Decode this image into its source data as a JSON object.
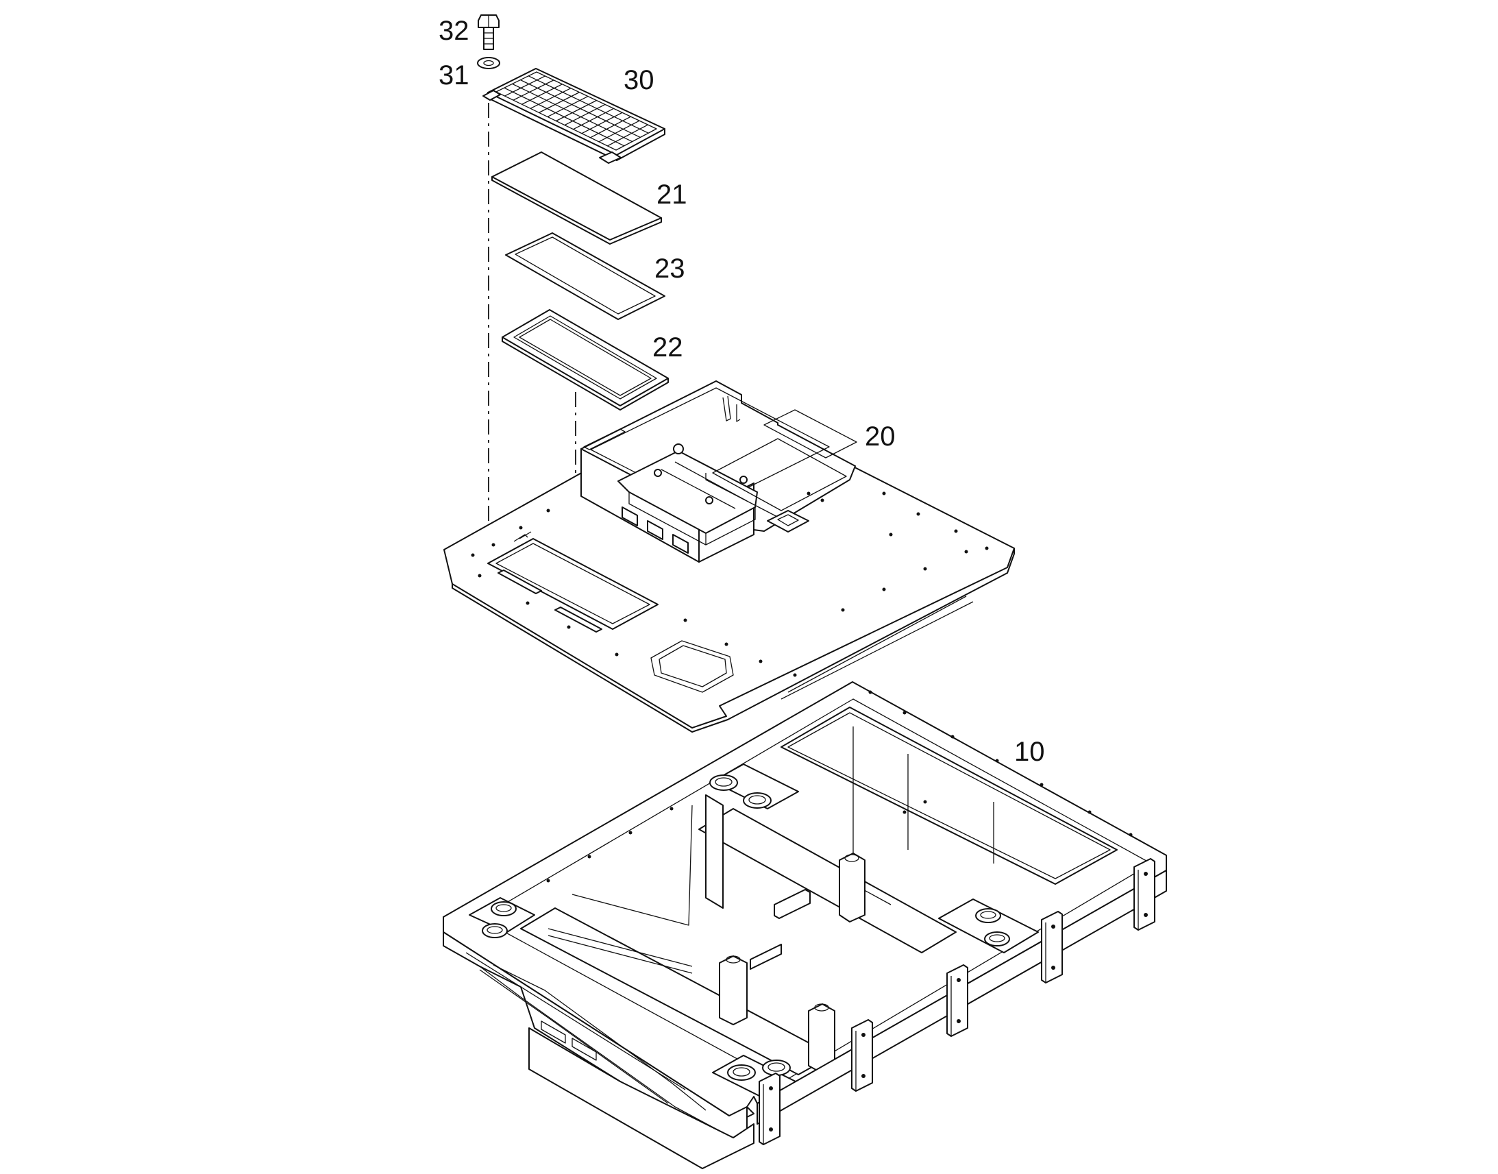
{
  "figure": {
    "type": "exploded-parts-diagram",
    "background": "#ffffff",
    "line_color": "#111111"
  },
  "callouts": {
    "c32": "32",
    "c31": "31",
    "c30": "30",
    "c21": "21",
    "c23": "23",
    "c22": "22",
    "c20": "20",
    "c10": "10"
  }
}
